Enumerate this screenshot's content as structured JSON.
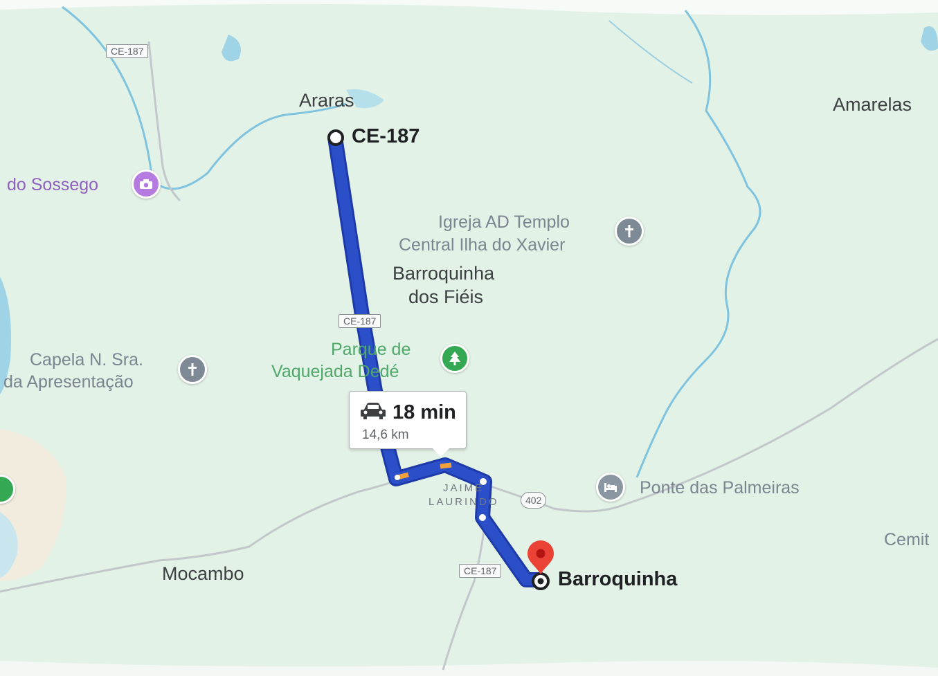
{
  "route": {
    "duration": "18 min",
    "distance": "14,6 km",
    "mode_icon": "car-icon",
    "route_color": "#2b4fc9",
    "origin": "CE-187",
    "destination": "Barroquinha"
  },
  "places": {
    "araras": "Araras",
    "amarelas": "Amarelas",
    "barroquinha_dos_fieis_1": "Barroquinha",
    "barroquinha_dos_fieis_2": "dos Fiéis",
    "mocambo": "Mocambo",
    "jaime_laurindo_1": "JAIME",
    "jaime_laurindo_2": "LAURINDO",
    "cemit_partial": "Cemit"
  },
  "pois": {
    "sossego": "do Sossego",
    "igreja_1": "Igreja AD Templo",
    "igreja_2": "Central Ilha do Xavier",
    "parque_1": "Parque de",
    "parque_2": "Vaquejada Dedé",
    "capela_1": "Capela N. Sra.",
    "capela_2": "da Apresentação",
    "ponte": "Ponte das Palmeiras"
  },
  "road_shields": {
    "ce187_top": "CE-187",
    "ce187_mid": "CE-187",
    "ce187_bottom": "CE-187",
    "r402": "402"
  },
  "colors": {
    "land": "#e3f2e6",
    "water": "#9fd3e6",
    "route": "#2b4fc9",
    "traffic": "#f3a13a",
    "destination_pin": "#ea4335",
    "worship_pin": "#7d8a96",
    "park_pin": "#34a853",
    "photo_pin": "#b57be0",
    "lodging_pin": "#8a96a2"
  }
}
